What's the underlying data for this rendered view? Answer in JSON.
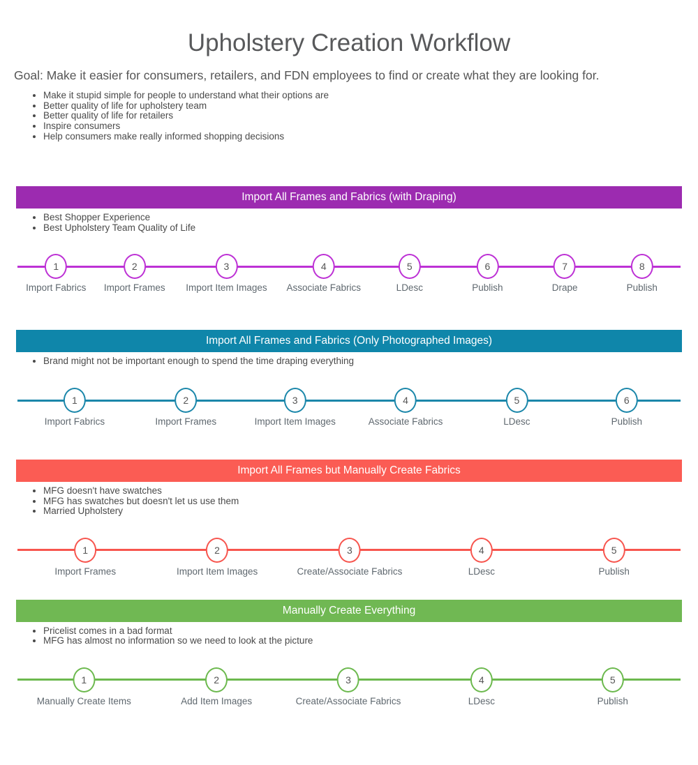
{
  "intro": {
    "title": "Upholstery Creation Workflow",
    "goal": "Goal: Make it easier for consumers, retailers, and FDN employees to find or create what they are looking for.",
    "bullets": [
      "Make it stupid simple for people to understand what their options are",
      "Better quality of life for upholstery team",
      "Better quality of life for retailers",
      "Inspire consumers",
      "Help consumers make really informed shopping decisions"
    ]
  },
  "colors": {
    "title_text": "#58595b",
    "body_text": "#4a4a4a",
    "step_label_text": "#5f686f",
    "banner_text": "#ffffff"
  },
  "sections": [
    {
      "title": "Import All Frames and Fabrics (with Draping)",
      "banner_color": "#9c2bb0",
      "accent_color": "#bd31d5",
      "bullets": [
        "Best Shopper Experience",
        "Best Upholstery Team Quality of Life"
      ],
      "steps": [
        {
          "num": "1",
          "label": "Import Fabrics"
        },
        {
          "num": "2",
          "label": "Import Frames"
        },
        {
          "num": "3",
          "label": "Import Item Images"
        },
        {
          "num": "4",
          "label": "Associate Fabrics"
        },
        {
          "num": "5",
          "label": "LDesc"
        },
        {
          "num": "6",
          "label": "Publish"
        },
        {
          "num": "7",
          "label": "Drape"
        },
        {
          "num": "8",
          "label": "Publish"
        }
      ]
    },
    {
      "title": "Import All Frames and Fabrics (Only Photographed Images)",
      "banner_color": "#0f86aa",
      "accent_color": "#1b87aa",
      "bullets": [
        "Brand might not be important enough to spend the time draping everything"
      ],
      "steps": [
        {
          "num": "1",
          "label": "Import Fabrics"
        },
        {
          "num": "2",
          "label": "Import Frames"
        },
        {
          "num": "3",
          "label": "Import Item Images"
        },
        {
          "num": "4",
          "label": "Associate Fabrics"
        },
        {
          "num": "5",
          "label": "LDesc"
        },
        {
          "num": "6",
          "label": "Publish"
        }
      ]
    },
    {
      "title": "Import All Frames but Manually Create Fabrics",
      "banner_color": "#fb5c54",
      "accent_color": "#f7554e",
      "bullets": [
        "MFG doesn't have swatches",
        "MFG has swatches but doesn't let us use them",
        "Married Upholstery"
      ],
      "steps": [
        {
          "num": "1",
          "label": "Import Frames"
        },
        {
          "num": "2",
          "label": "Import Item Images"
        },
        {
          "num": "3",
          "label": "Create/Associate Fabrics"
        },
        {
          "num": "4",
          "label": "LDesc"
        },
        {
          "num": "5",
          "label": "Publish"
        }
      ]
    },
    {
      "title": "Manually Create Everything",
      "banner_color": "#70b853",
      "accent_color": "#6cb94e",
      "bullets": [
        "Pricelist comes in a bad format",
        "MFG has almost no information so we need to look at the picture"
      ],
      "steps": [
        {
          "num": "1",
          "label": "Manually Create Items"
        },
        {
          "num": "2",
          "label": "Add Item Images"
        },
        {
          "num": "3",
          "label": "Create/Associate Fabrics"
        },
        {
          "num": "4",
          "label": "LDesc"
        },
        {
          "num": "5",
          "label": "Publish"
        }
      ]
    }
  ]
}
